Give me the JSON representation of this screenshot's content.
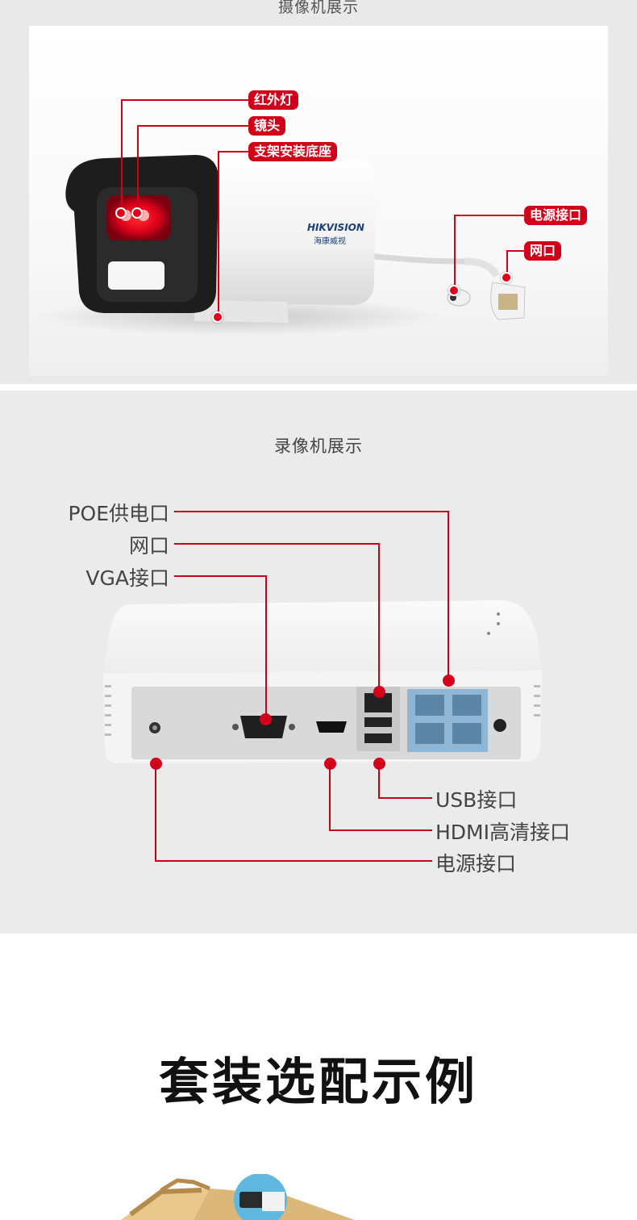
{
  "camera_section": {
    "title": "摄像机展示",
    "brand_name": "HIKVISION",
    "brand_sub": "海康威视",
    "labels": {
      "infrared": "红外灯",
      "lens": "镜头",
      "mount": "支架安装底座",
      "power": "电源接口",
      "network": "网口"
    }
  },
  "nvr_section": {
    "title": "录像机展示",
    "labels": {
      "poe": "POE供电口",
      "network": "网口",
      "vga": "VGA接口",
      "usb": "USB接口",
      "hdmi": "HDMI高清接口",
      "power": "电源接口"
    }
  },
  "kit_section": {
    "title": "套装选配示例"
  },
  "colors": {
    "accent_red": "#d0001a",
    "section_bg": "#ebebeb",
    "nvr_port_blue": "#8fb6d4"
  }
}
